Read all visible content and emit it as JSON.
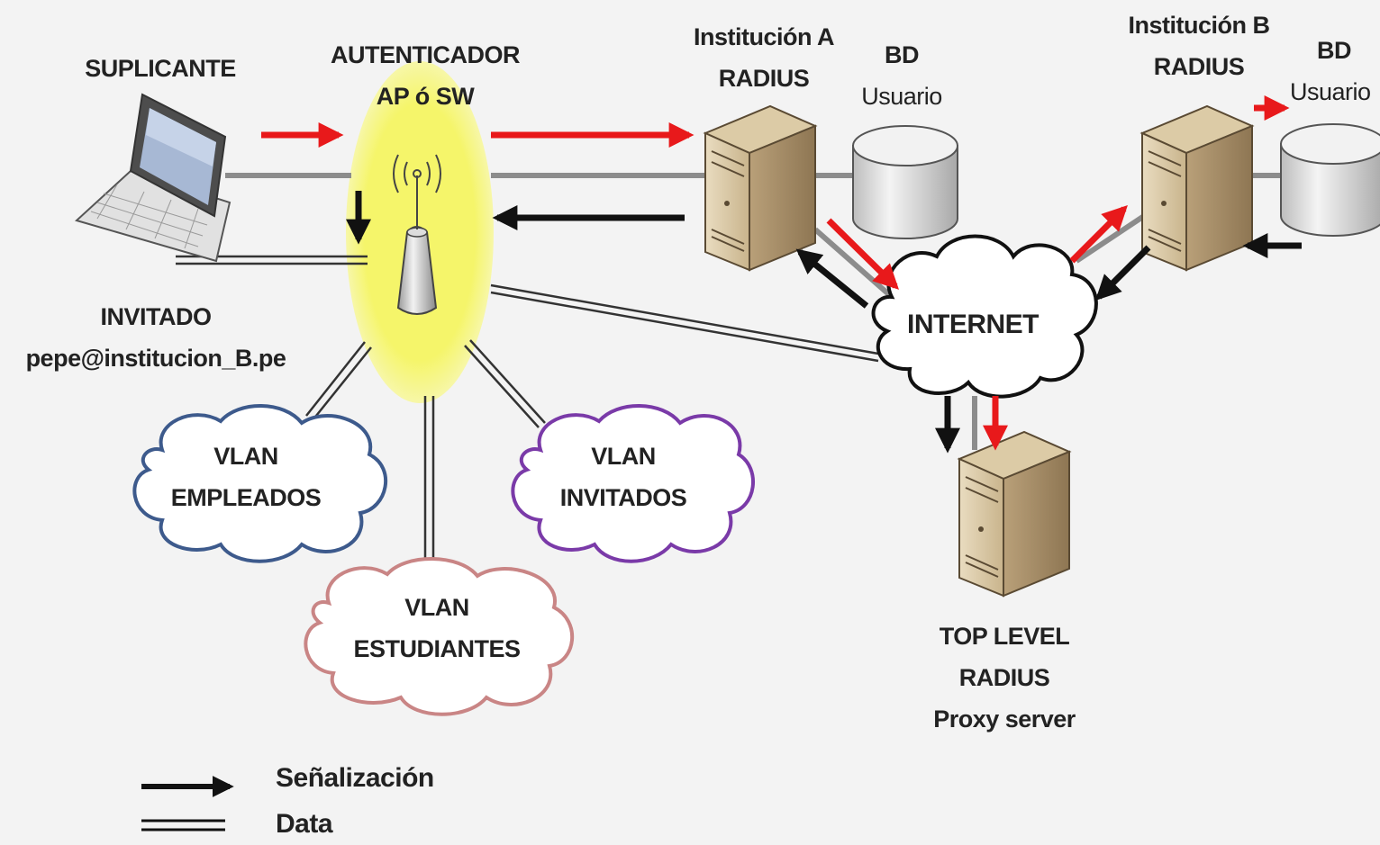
{
  "nodes": {
    "suplicante": "SUPLICANTE",
    "autenticador": {
      "line1": "AUTENTICADOR",
      "line2": "AP ó SW"
    },
    "institucion_a": {
      "line1": "Institución A",
      "line2": "RADIUS"
    },
    "bd_a": {
      "line1": "BD",
      "line2": "Usuario"
    },
    "institucion_b": {
      "line1": "Institución B",
      "line2": "RADIUS"
    },
    "bd_b": {
      "line1": "BD",
      "line2": "Usuario"
    },
    "invitado": {
      "line1": "INVITADO",
      "line2": "pepe@institucion_B.pe"
    },
    "internet": "INTERNET",
    "vlan_empleados": {
      "line1": "VLAN",
      "line2": "EMPLEADOS"
    },
    "vlan_invitados": {
      "line1": "VLAN",
      "line2": "INVITADOS"
    },
    "vlan_estudiantes": {
      "line1": "VLAN",
      "line2": "ESTUDIANTES"
    },
    "top_level": {
      "line1": "TOP LEVEL",
      "line2": "RADIUS",
      "line3": "Proxy server"
    }
  },
  "legend": {
    "senalizacion": "Señalización",
    "data": "Data"
  },
  "colors": {
    "signal_red": "#e8191b",
    "signal_black": "#111111",
    "ap_highlight": "#f5f56a",
    "vlan_empleados": "#3d5a8c",
    "vlan_invitados": "#7a3aa8",
    "vlan_estudiantes": "#c98585"
  }
}
